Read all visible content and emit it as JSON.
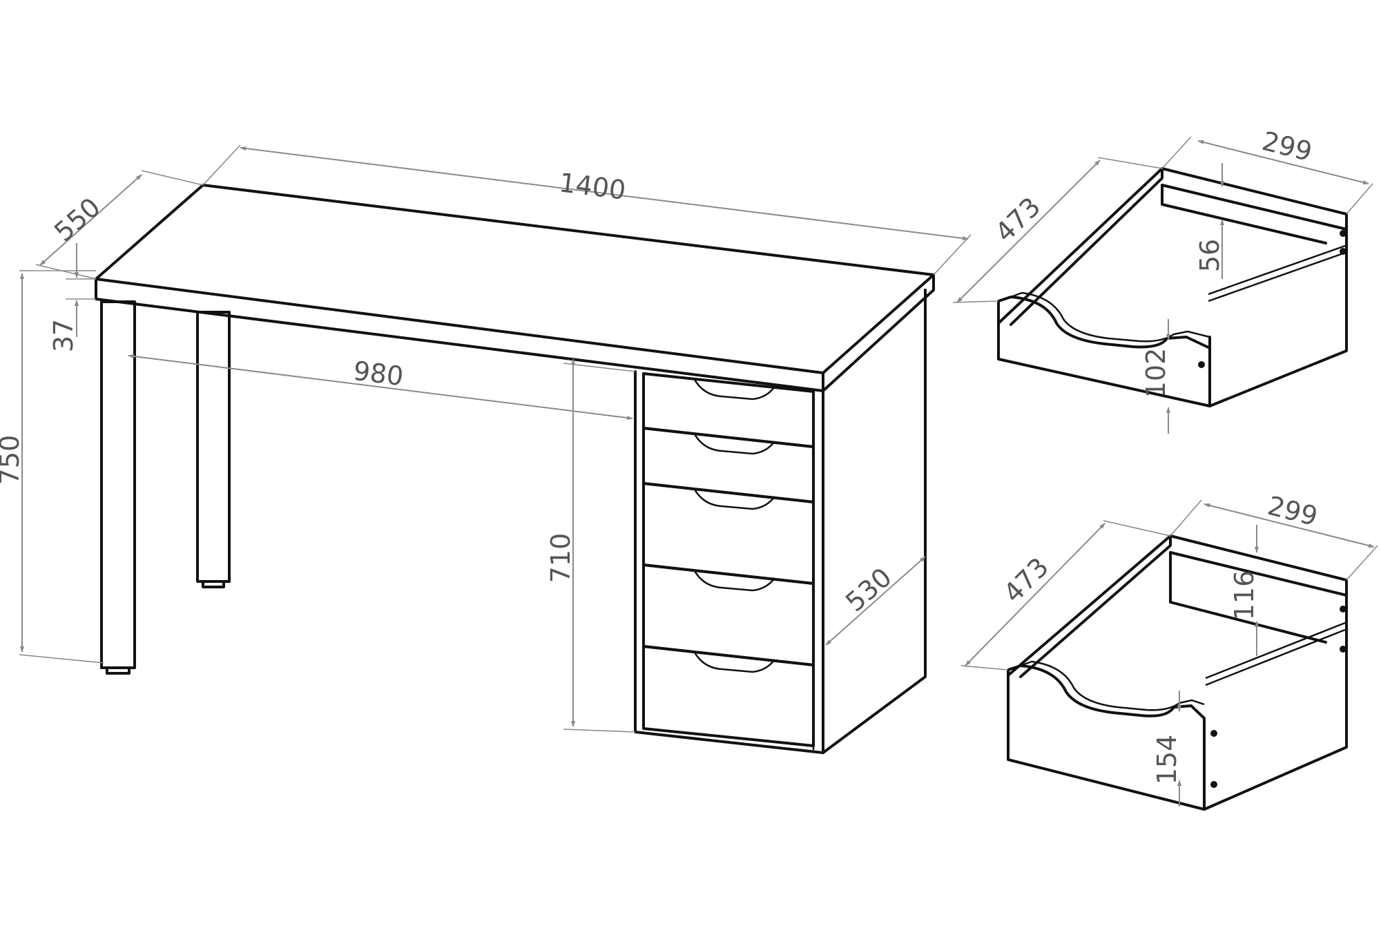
{
  "dimensions": {
    "desk_width": "1400",
    "desk_depth": "550",
    "desk_height": "750",
    "top_thickness": "37",
    "leg_span": "980",
    "cabinet_height": "710",
    "cabinet_depth": "530",
    "small_drawer": {
      "length": "473",
      "width": "299",
      "inner_height": "56",
      "front_height": "102"
    },
    "large_drawer": {
      "length": "473",
      "width": "299",
      "inner_height": "116",
      "front_height": "154"
    }
  }
}
